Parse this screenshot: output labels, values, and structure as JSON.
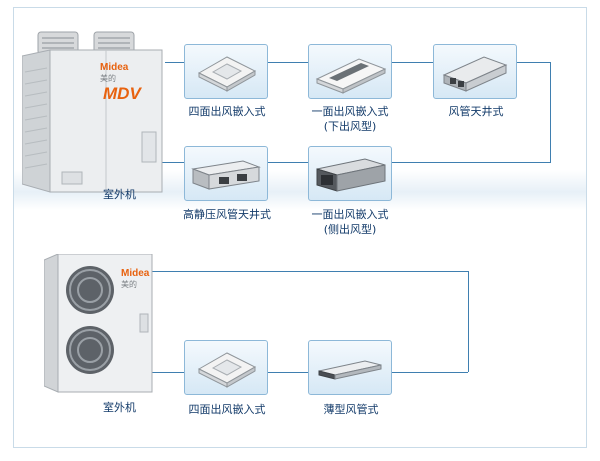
{
  "top_row": {
    "outdoor_label": "室外机",
    "brand_logo": "Midea",
    "brand_cn": "美的",
    "model_logo": "MDV",
    "indoor_units": [
      {
        "label": "四面出风嵌入式",
        "icon": "four-way-cassette-icon"
      },
      {
        "label": "一面出风嵌入式",
        "sub": "(下出风型)",
        "icon": "one-way-cassette-bottom-icon"
      },
      {
        "label": "风管天井式",
        "icon": "ceiling-duct-icon"
      },
      {
        "label": "高静压风管天井式",
        "icon": "high-static-duct-icon"
      },
      {
        "label": "一面出风嵌入式",
        "sub": "(侧出风型)",
        "icon": "one-way-cassette-side-icon"
      }
    ]
  },
  "bottom_row": {
    "outdoor_label": "室外机",
    "brand_logo": "Midea",
    "brand_cn": "美的",
    "indoor_units": [
      {
        "label": "四面出风嵌入式",
        "icon": "four-way-cassette-icon"
      },
      {
        "label": "薄型风管式",
        "icon": "slim-duct-icon"
      }
    ]
  },
  "colors": {
    "line": "#3f7fb0",
    "label_text": "#123a69",
    "box_border": "#8db8d8",
    "brand_orange": "#e8620f",
    "frame_border": "#c9dbe8"
  }
}
